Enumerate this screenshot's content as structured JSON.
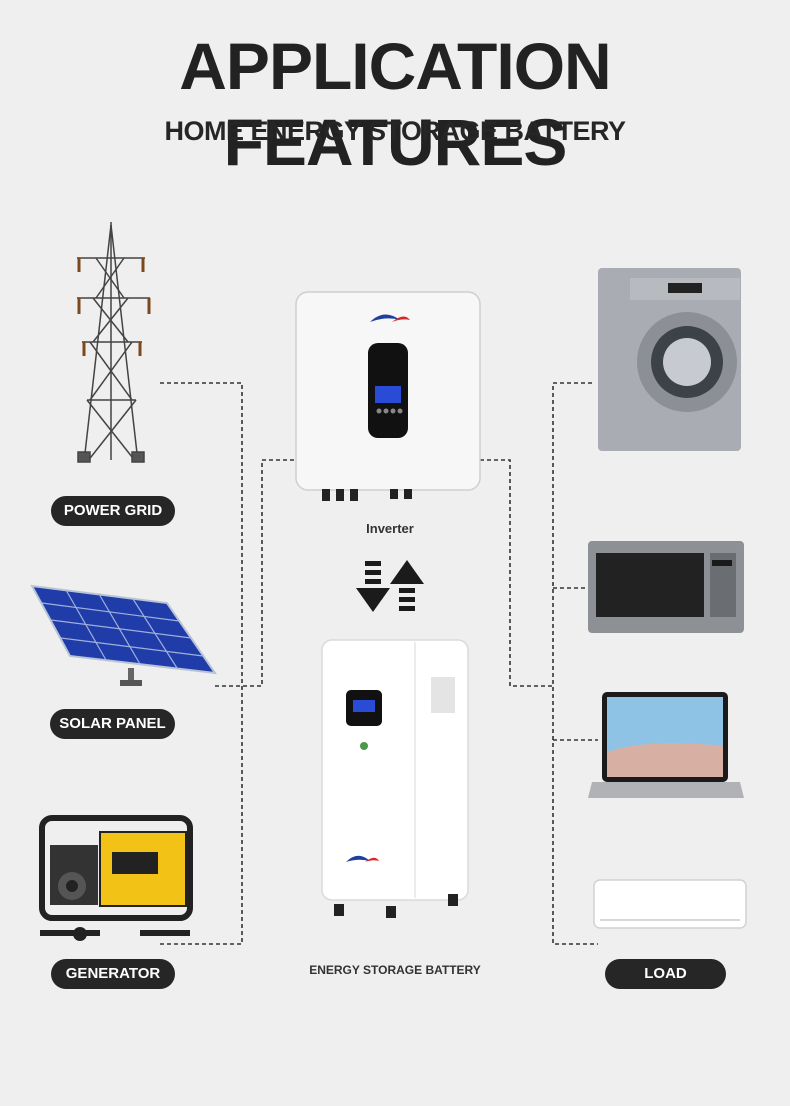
{
  "header": {
    "title": "APPLICATION FEATURES",
    "subtitle": "HOME ENERGY STORAGE BATTERY"
  },
  "sources": [
    {
      "label": "POWER GRID",
      "icon": "power-tower-icon"
    },
    {
      "label": "SOLAR PANEL",
      "icon": "solar-panel-icon"
    },
    {
      "label": "GENERATOR",
      "icon": "generator-icon"
    }
  ],
  "center": {
    "inverter_label": "Inverter",
    "battery_label": "ENERGY STORAGE BATTERY",
    "flow_icon": "bidirectional-arrows-icon"
  },
  "loads": {
    "label": "LOAD",
    "items": [
      {
        "icon": "washing-machine-icon"
      },
      {
        "icon": "microwave-icon"
      },
      {
        "icon": "laptop-icon"
      },
      {
        "icon": "air-conditioner-icon"
      }
    ]
  },
  "colors": {
    "background": "#efefef",
    "pill": "#262626",
    "screen": "#2a4bd6",
    "logo_blue": "#1f3f9e",
    "logo_red": "#d62828"
  }
}
